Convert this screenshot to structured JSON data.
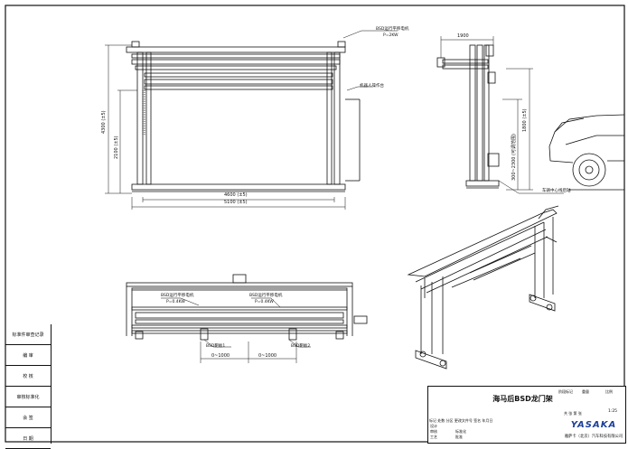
{
  "drawing": {
    "title": "海马后BSD龙门架",
    "logo": "YASAKA",
    "company": "雅萨卡（北京）汽车科技有限公司",
    "scale": "1:25"
  },
  "left_panel": [
    "标准件审查记录",
    "编  审",
    "校  核",
    "审核标准化",
    "会  签",
    "日  期"
  ],
  "front_view": {
    "bsd_label": "BSD运行平移电机",
    "bsd_power": "P=2KW",
    "right_label": "机器人操作台",
    "height_outer": "4300 (±5)",
    "height_inner": "2100 (±5)",
    "width_inner": "4600 (±5)",
    "width_outer": "5100 (±5)"
  },
  "side_view": {
    "width": "1900",
    "height_right": "1800 (±5)",
    "height_range": "300~2300 (可调范围)",
    "bottom_label": "车辆中心线后轴"
  },
  "top_view": {
    "bsd_left": "BSD运行平移电机",
    "power_left": "P=0.4KW",
    "bsd_right": "BSD运行平移电机",
    "power_right": "P=0.4KW",
    "target_left": "BSD靶板1",
    "target_right": "BSD靶板2",
    "dim_left": "0~1000",
    "dim_right": "0~1000"
  },
  "title_block": {
    "row1": "标记  处数  分区  更改文件号  签名  年月日",
    "design": "设计",
    "check": "审核",
    "process": "工艺",
    "approve": "批准",
    "standard": "标准化",
    "stage": "阶段标记",
    "weight": "重量",
    "ratio": "比例",
    "sheet": "共 张 第 张"
  }
}
